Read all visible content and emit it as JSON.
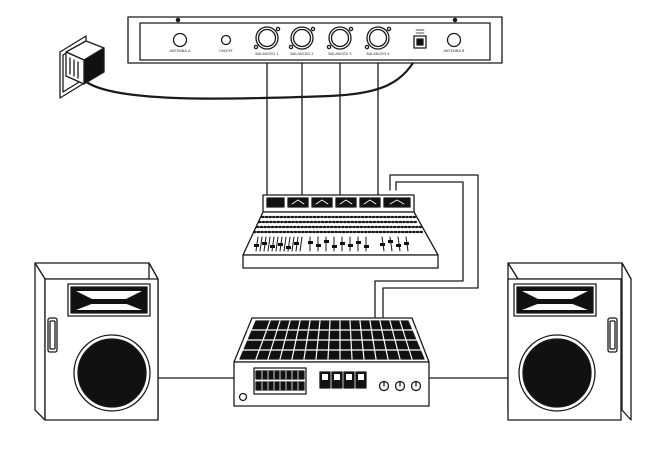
{
  "receiver": {
    "antenna_left_label": "ANTENNA A",
    "power_label": "ON/OFF",
    "outputs": [
      {
        "label": "BALANCED 1"
      },
      {
        "label": "BALANCED 2"
      },
      {
        "label": "BALANCED 3"
      },
      {
        "label": "BALANCED 4"
      }
    ],
    "antenna_right_label": "ANTENNA B"
  },
  "colors": {
    "line": "#1a1a1a",
    "fill_light": "#ffffff",
    "fill_dark": "#111111"
  },
  "icons": [
    "wall-outlet-icon",
    "power-plug-icon",
    "mixing-console-icon",
    "power-amplifier-icon",
    "speaker-cabinet-icon"
  ]
}
